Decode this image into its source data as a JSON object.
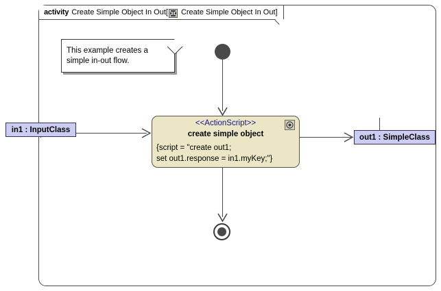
{
  "diagram": {
    "type": "uml-activity-diagram",
    "frame": {
      "keyword": "activity",
      "name": "Create Simple Object In Out",
      "bracket_open": "[",
      "bracket_close": "]",
      "diagram_type_label": "Create Simple Object In Out",
      "icon": "activity-diagram-icon"
    },
    "note": {
      "text": "This example creates a\nsimple in-out flow."
    },
    "initial_node": {
      "label": "initial-node"
    },
    "final_node": {
      "label": "activity-final-node"
    },
    "action": {
      "stereotype": "<<ActionScript>>",
      "name": "create simple object",
      "body": "{script = \"create out1;\nset out1.response = in1.myKey;\"}",
      "icon": "action-script-icon"
    },
    "pins": [
      {
        "id": "in1",
        "label": "in1 : InputClass",
        "kind": "input-pin"
      },
      {
        "id": "out1",
        "label": "out1 : SimpleClass",
        "kind": "output-pin"
      }
    ],
    "colors": {
      "action_fill": "#ebe7c6",
      "action_border": "#55554a",
      "stereotype_text": "#13138c",
      "pin_fill": "#ccccf2",
      "pin_border": "#33335c",
      "node_fill": "#4a4a4a",
      "edge": "#474752",
      "frame_border": "#4a4a55",
      "note_fill": "#ffffff",
      "note_border": "#3b3b3b",
      "canvas": "#ffffff"
    }
  }
}
